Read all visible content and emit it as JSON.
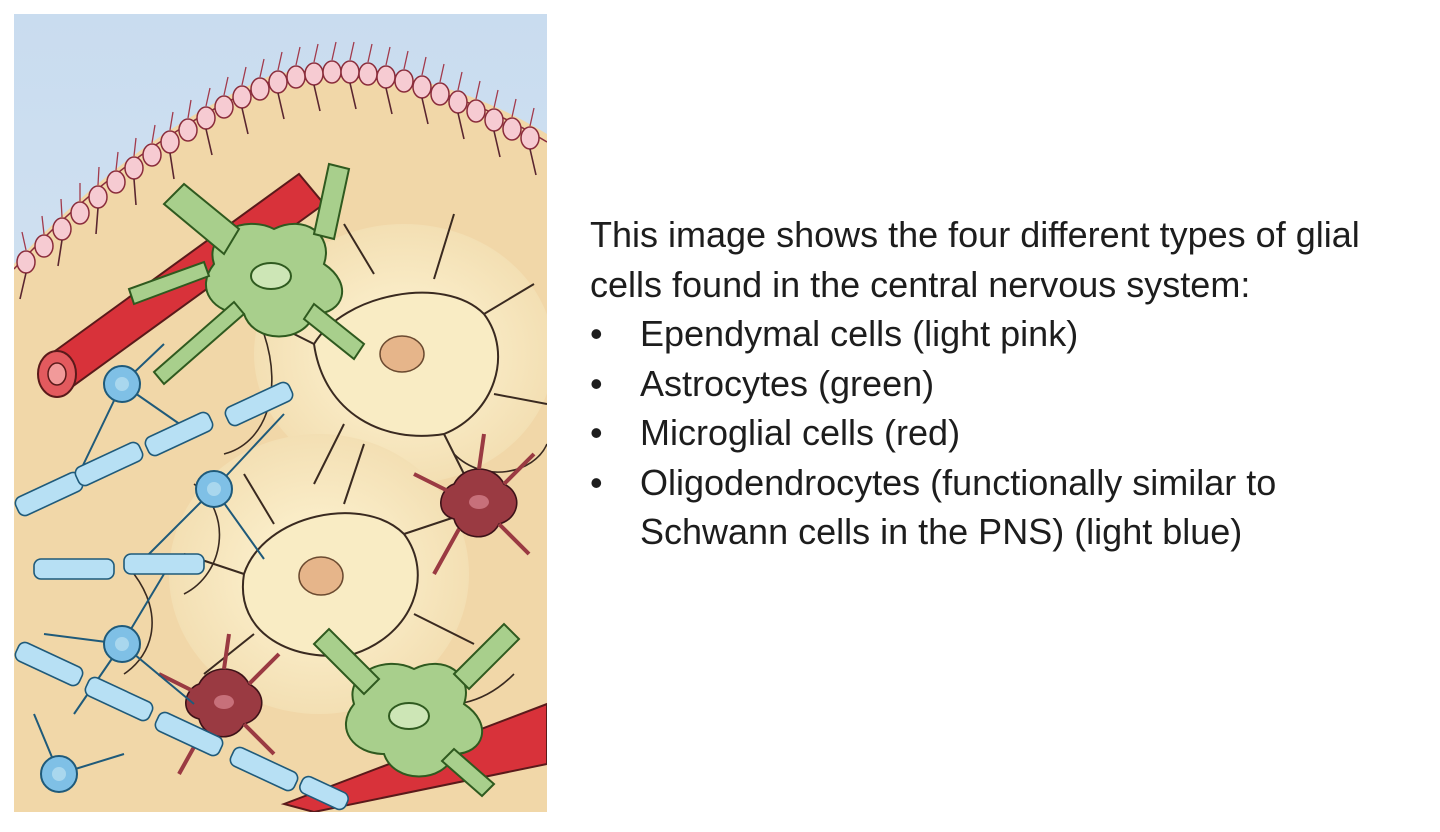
{
  "illustration": {
    "colors": {
      "fluid": "#c9dcef",
      "tissue": "#f3dfb3",
      "ependymal": "#f6cbd2",
      "ependymal_outline": "#8a2c3b",
      "astrocyte": "#a8cf8c",
      "microglia": "#9a3a42",
      "oligodendrocyte": "#7fc0e6",
      "myelin": "#b7e0f4",
      "neuron": "#f7e7b8",
      "nucleus": "#e8b98d",
      "blood_vessel": "#d8323a"
    }
  },
  "caption": {
    "intro": "This image shows the four different types of glial cells found in the central nervous system:",
    "bullet_glyph": "•",
    "items": [
      "Ependymal cells (light pink)",
      "Astrocytes (green)",
      "Microglial cells (red)",
      "Oligodendrocytes (functionally similar to Schwann cells in the PNS) (light blue)"
    ]
  }
}
